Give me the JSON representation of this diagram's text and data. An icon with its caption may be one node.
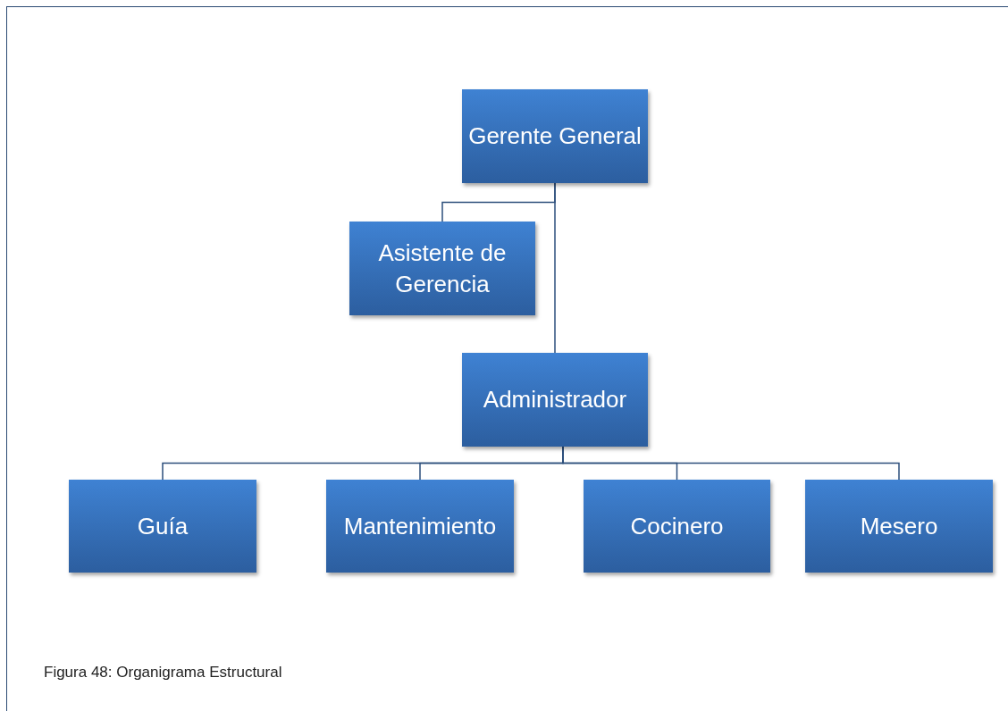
{
  "diagram": {
    "caption": "Figura 48: Organigrama Estructural",
    "nodes": [
      {
        "text": [
          "Gerente General"
        ]
      },
      {
        "text": [
          "Asistente de Gerencia"
        ]
      },
      {
        "text": [
          "Administrador"
        ]
      },
      {
        "text": [
          "Guía"
        ]
      },
      {
        "text": [
          "Mantenimiento"
        ]
      },
      {
        "text": [
          "Cocinero"
        ]
      },
      {
        "text": [
          "Mesero"
        ]
      }
    ],
    "edges": [
      {
        "from": 0,
        "to": 2,
        "arrow": "none"
      },
      {
        "from": 0,
        "to": 1,
        "arrow": "none"
      },
      {
        "from": 2,
        "to": 3,
        "arrow": "none"
      },
      {
        "from": 2,
        "to": 4,
        "arrow": "none"
      },
      {
        "from": 2,
        "to": 5,
        "arrow": "none"
      },
      {
        "from": 2,
        "to": 6,
        "arrow": "none"
      }
    ]
  }
}
